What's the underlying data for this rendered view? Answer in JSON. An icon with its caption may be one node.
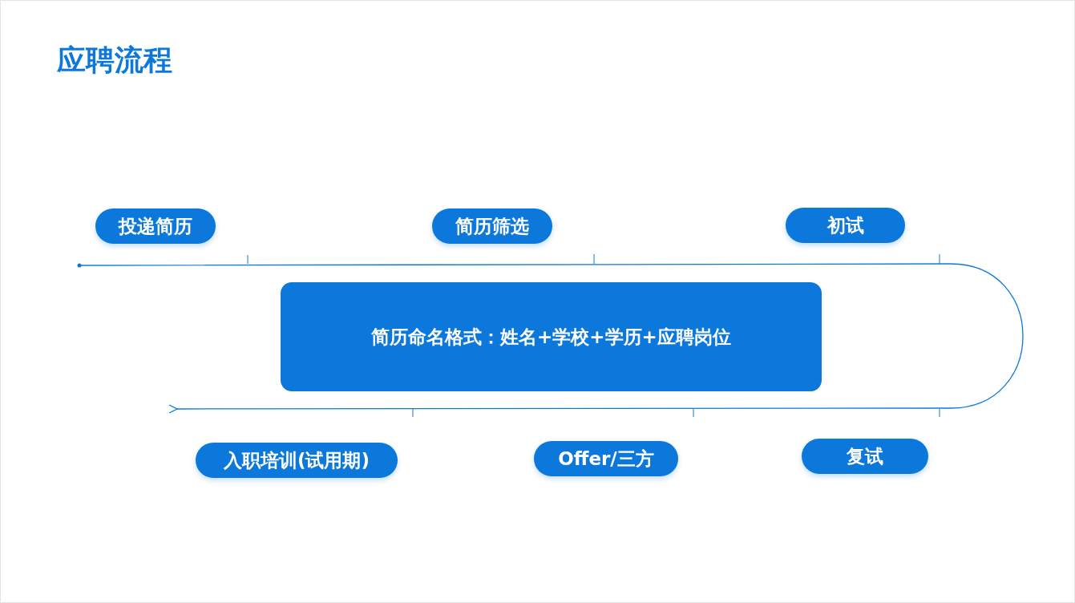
{
  "diagram": {
    "title": "应聘流程",
    "nodes": [
      {
        "text": [
          "投递简历"
        ]
      },
      {
        "text": [
          "简历筛选"
        ]
      },
      {
        "text": [
          "初试"
        ]
      },
      {
        "text": [
          "简历命名格式：姓名+学校+学历+应聘岗位"
        ]
      },
      {
        "text": [
          "入职培训(试用期)"
        ]
      },
      {
        "text": [
          "Offer/三方"
        ]
      },
      {
        "text": [
          "复试"
        ]
      }
    ]
  }
}
